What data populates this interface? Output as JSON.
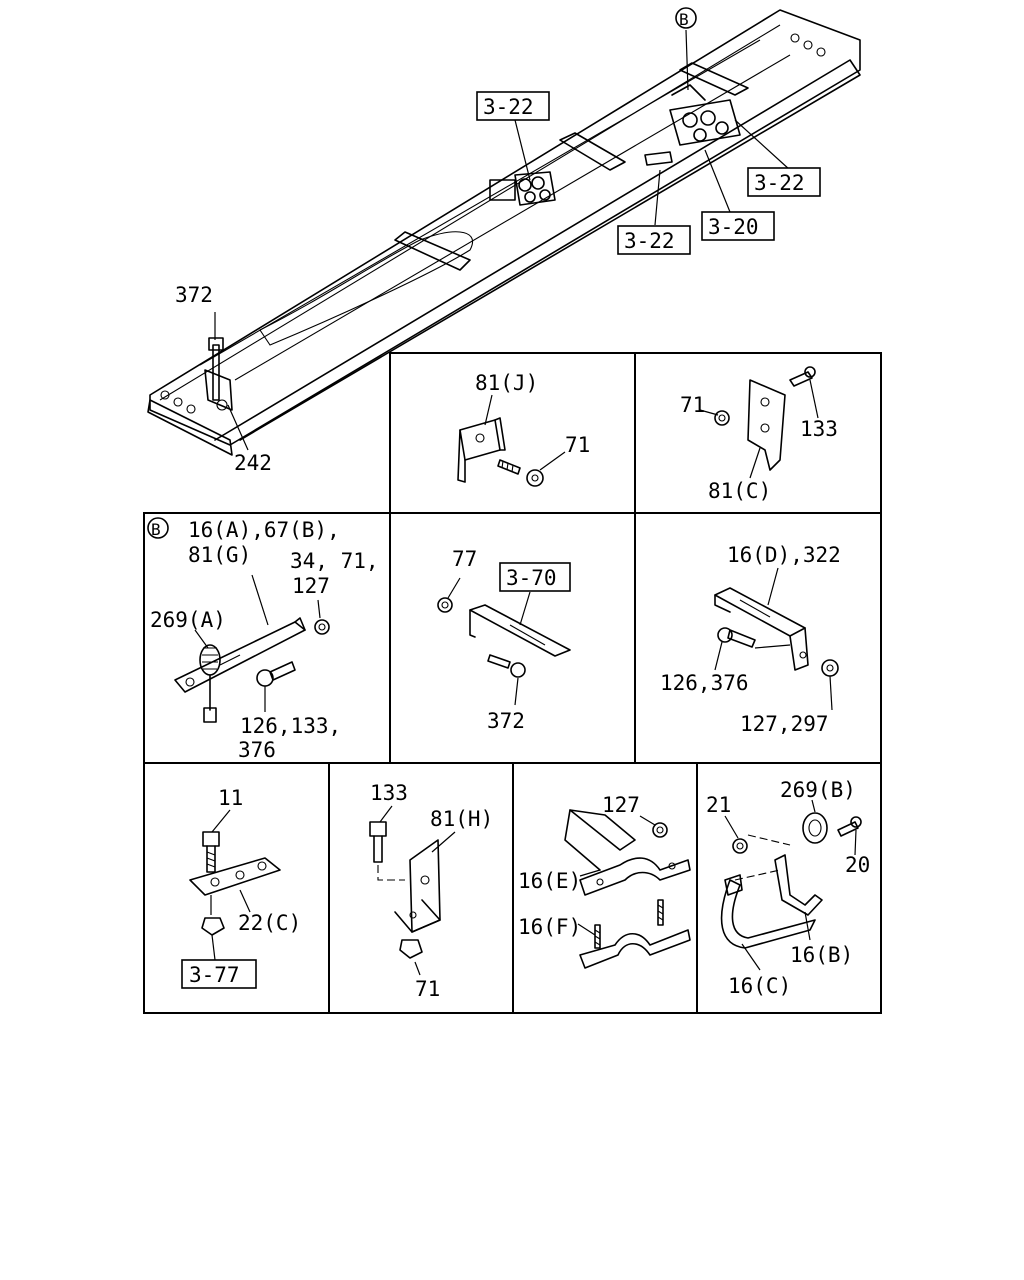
{
  "frame_labels": {
    "l372": "372",
    "l242": "242",
    "ref_top_a": "3-22",
    "ref_top_b": "3-22",
    "ref_top_c": "3-22",
    "ref_top_d": "3-20",
    "marker": "B"
  },
  "panel_81j": {
    "l81j": "81(J)",
    "l71": "71"
  },
  "panel_81c": {
    "l71": "71",
    "l133": "133",
    "l81c": "81(C)"
  },
  "panel_b": {
    "marker": "B",
    "line1": "16(A),67(B),",
    "line2": "81(G)",
    "l34": "34, 71,",
    "l127": "127",
    "l269a": "269(A)",
    "l126": "126,133,",
    "l376": "376"
  },
  "panel_370": {
    "l77": "77",
    "ref": "3-70",
    "l372": "372"
  },
  "panel_16d": {
    "l16d": "16(D),322",
    "l126": "126,376",
    "l127": "127,297"
  },
  "panel_22c": {
    "l11": "11",
    "l22c": "22(C)",
    "ref": "3-77"
  },
  "panel_81h": {
    "l133": "133",
    "l81h": "81(H)",
    "l71": "71"
  },
  "panel_16ef": {
    "l127": "127",
    "l16e": "16(E)",
    "l16f": "16(F)"
  },
  "panel_16bc": {
    "l21": "21",
    "l269b": "269(B)",
    "l20": "20",
    "l16b": "16(B)",
    "l16c": "16(C)"
  }
}
